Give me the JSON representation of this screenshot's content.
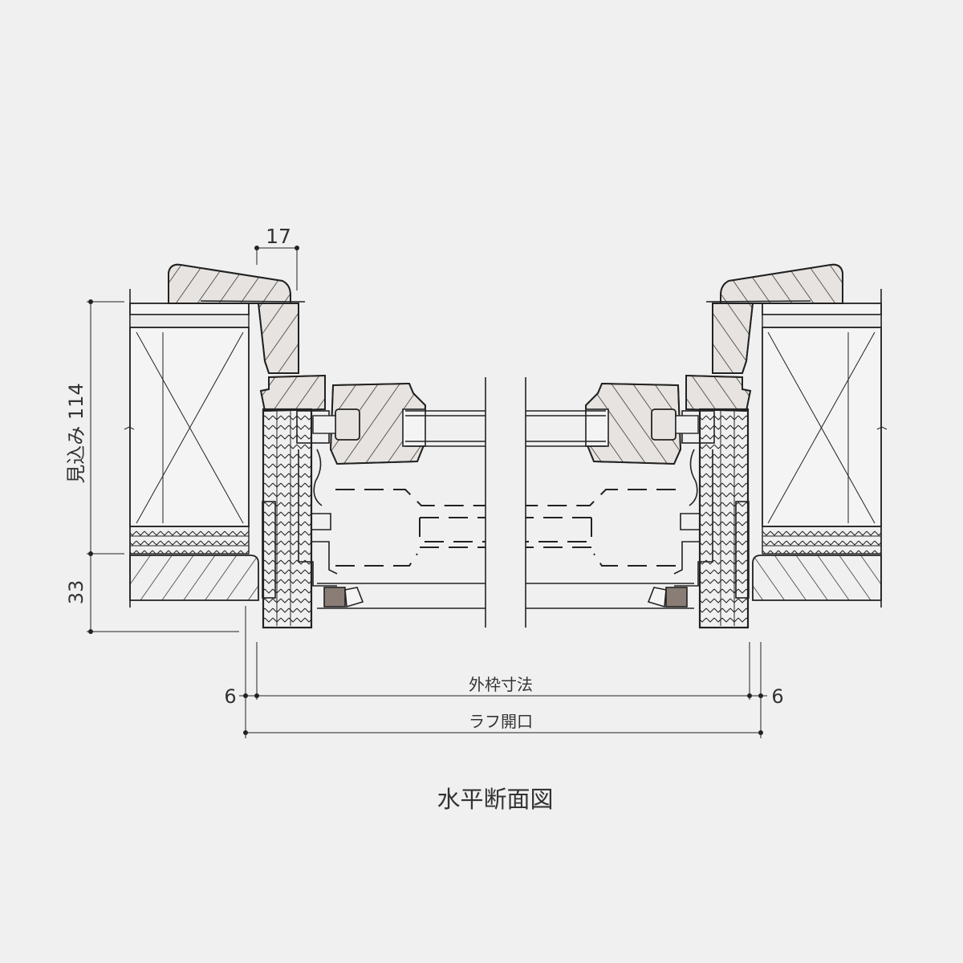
{
  "drawing": {
    "title": "水平断面図",
    "dimensions": {
      "casing_offset": "17",
      "depth_label": "見込み 114",
      "lower_depth": "33",
      "left_clearance": "6",
      "right_clearance": "6",
      "outer_frame_size": "外枠寸法",
      "rough_opening": "ラフ開口"
    },
    "colors": {
      "background": "#f0f0f0",
      "line": "#222222",
      "wood_fill": "#e6e3e0",
      "seal_fill": "#8a7d76"
    }
  }
}
